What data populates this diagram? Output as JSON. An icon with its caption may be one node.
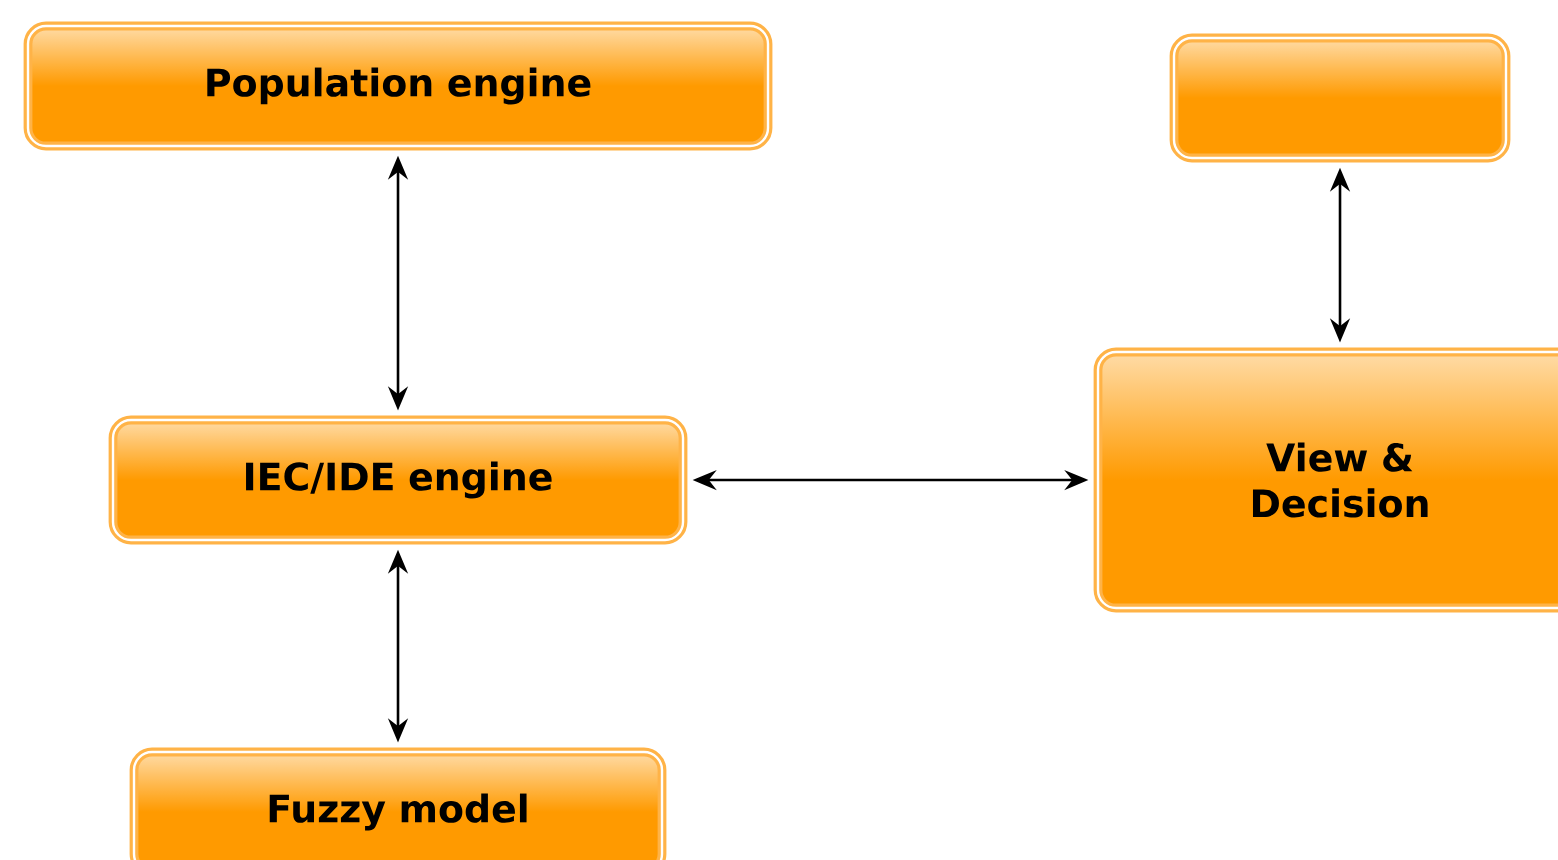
{
  "diagram": {
    "nodes": [
      {
        "text": [
          "Population engine"
        ]
      },
      {
        "text": [],
        "shape": "box"
      },
      {
        "text": [
          "IEC/IDE engine"
        ]
      },
      {
        "text": [
          "View & Decision"
        ]
      },
      {
        "text": [
          "Fuzzy model"
        ]
      }
    ],
    "edges": [
      {
        "from": 0,
        "to": 2,
        "arrow": "both"
      },
      {
        "from": 1,
        "to": 3,
        "arrow": "both"
      },
      {
        "from": 2,
        "to": 3,
        "arrow": "both"
      },
      {
        "from": 2,
        "to": 4,
        "arrow": "both"
      }
    ]
  }
}
